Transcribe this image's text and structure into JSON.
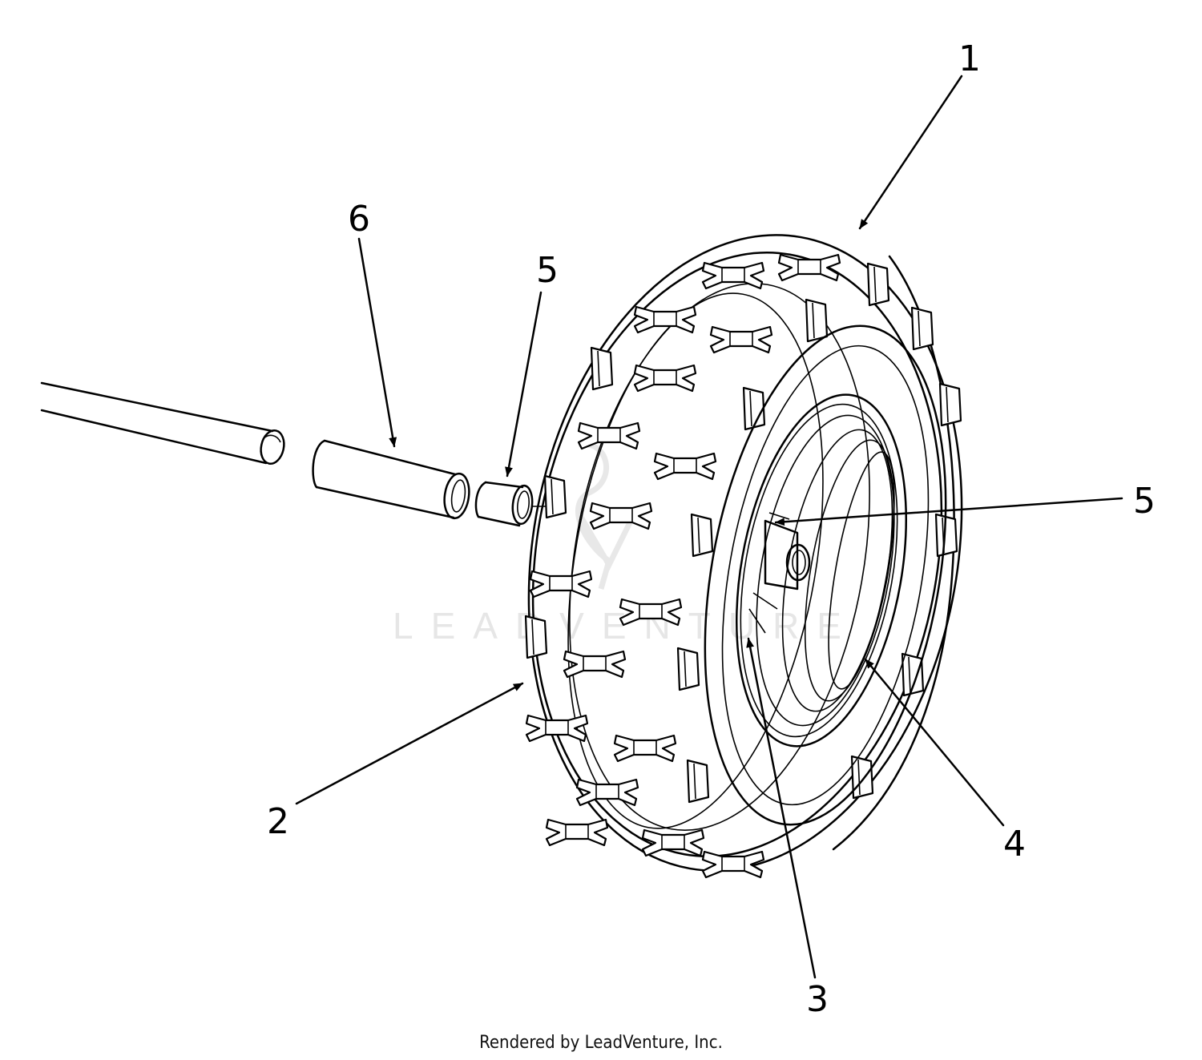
{
  "callouts": [
    {
      "id": "c1",
      "label": "1"
    },
    {
      "id": "c2",
      "label": "2"
    },
    {
      "id": "c3",
      "label": "3"
    },
    {
      "id": "c4",
      "label": "4"
    },
    {
      "id": "c5a",
      "label": "5"
    },
    {
      "id": "c5b",
      "label": "5"
    },
    {
      "id": "c6",
      "label": "6"
    }
  ],
  "watermark": {
    "text": "LEADVENTURE"
  },
  "footer": {
    "text": "Rendered by LeadVenture, Inc."
  }
}
